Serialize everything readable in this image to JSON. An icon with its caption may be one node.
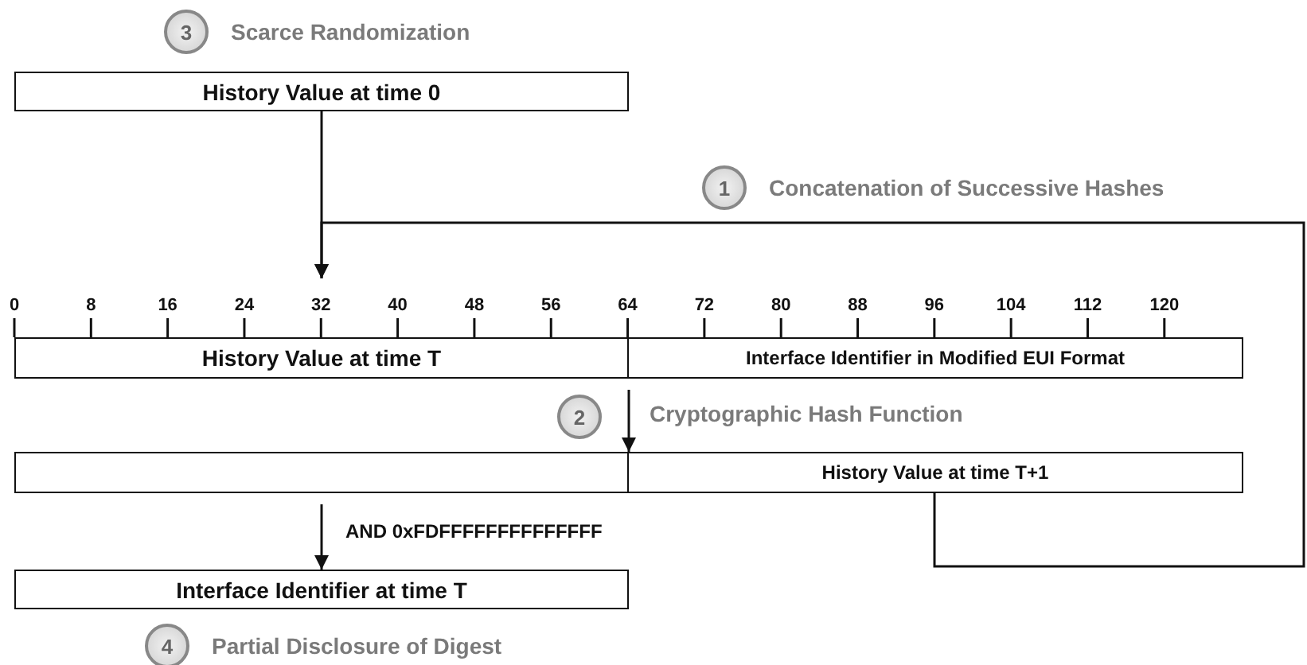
{
  "diagram": {
    "nodes": [
      {
        "text": [
          "3"
        ],
        "beside": [
          "Scarce Randomization"
        ]
      },
      {
        "text": [
          "History Value at time 0"
        ]
      },
      {
        "text": [
          "1"
        ],
        "beside": [
          "Concatenation of Successive Hashes"
        ]
      },
      {
        "text": [
          "History Value at time T"
        ]
      },
      {
        "text": [
          "Interface Identifier in Modified EUI Format"
        ]
      },
      {
        "text": [
          "2"
        ]
      },
      {
        "text": [],
        "shape": "box"
      },
      {
        "text": [
          "History Value at time T+1"
        ]
      },
      {
        "text": [
          "Interface Identifier at time T"
        ]
      },
      {
        "text": [
          "4"
        ],
        "beside": [
          "Partial Disclosure of Digest"
        ]
      }
    ],
    "edges": [
      {
        "from": 1,
        "to": 3,
        "arrow": "to"
      },
      {
        "from": 7,
        "to": 3,
        "arrow": "to"
      },
      {
        "from": 3,
        "to": 6,
        "arrow": "to"
      },
      {
        "from": 4,
        "to": 7,
        "arrow": "to"
      },
      {
        "from": 6,
        "to": 8,
        "arrow": "to",
        "label": "AND 0xFDFFFFFFFFFFFFFF"
      }
    ],
    "labels": [
      "0",
      "8",
      "16",
      "24",
      "32",
      "40",
      "48",
      "56",
      "64",
      "72",
      "80",
      "88",
      "96",
      "104",
      "112",
      "120",
      "Cryptographic Hash Function"
    ]
  }
}
